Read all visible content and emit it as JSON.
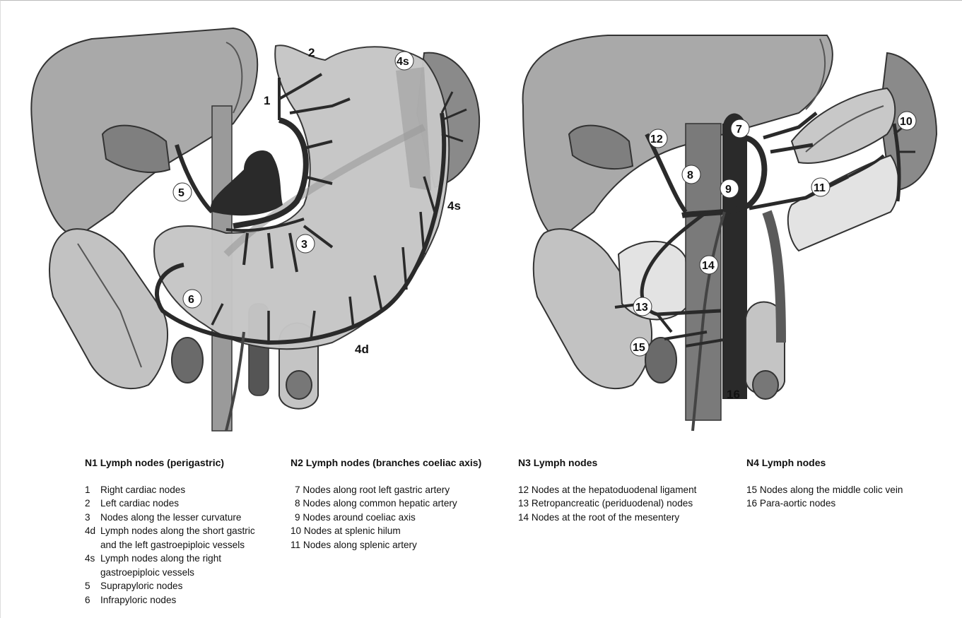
{
  "figure_left": {
    "node_labels": {
      "n1": "1",
      "n2": "2",
      "n3": "3",
      "n4s_top": "4s",
      "n4s_side": "4s",
      "n4d": "4d",
      "n5": "5",
      "n6": "6"
    }
  },
  "figure_right": {
    "node_labels": {
      "n7": "7",
      "n8": "8",
      "n9": "9",
      "n10": "10",
      "n11": "11",
      "n12": "12",
      "n13": "13",
      "n14": "14",
      "n15": "15",
      "n16": "16"
    }
  },
  "legend": {
    "n1": {
      "title": "N1 Lymph nodes (perigastric)",
      "items": [
        {
          "num": "1",
          "text": "Right cardiac nodes"
        },
        {
          "num": "2",
          "text": "Left cardiac nodes"
        },
        {
          "num": "3",
          "text": "Nodes along the lesser curvature"
        },
        {
          "num": "4d",
          "text": "Lymph nodes along the short gastric and the left gastroepiploic vessels"
        },
        {
          "num": "4s",
          "text": "Lymph nodes along the right gastroepiploic vessels"
        },
        {
          "num": "5",
          "text": "Suprapyloric nodes"
        },
        {
          "num": "6",
          "text": "Infrapyloric nodes"
        }
      ]
    },
    "n2": {
      "title": "N2 Lymph nodes (branches coeliac axis)",
      "items": [
        {
          "num": "7",
          "text": "Nodes along root left gastric artery"
        },
        {
          "num": "8",
          "text": "Nodes along common hepatic artery"
        },
        {
          "num": "9",
          "text": "Nodes around coeliac axis"
        },
        {
          "num": "10",
          "text": "Nodes at splenic hilum"
        },
        {
          "num": "11",
          "text": "Nodes along splenic artery"
        }
      ]
    },
    "n3": {
      "title": "N3 Lymph nodes",
      "items": [
        {
          "num": "12",
          "text": "Nodes at the hepatoduodenal ligament"
        },
        {
          "num": "13",
          "text": "Retropancreatic (periduodenal) nodes"
        },
        {
          "num": "14",
          "text": "Nodes at the root of the mesentery"
        }
      ]
    },
    "n4": {
      "title": "N4 Lymph nodes",
      "items": [
        {
          "num": "15",
          "text": "Nodes along the middle colic vein"
        },
        {
          "num": "16",
          "text": "Para-aortic nodes"
        }
      ]
    }
  },
  "colors": {
    "liver": "#a9a9a9",
    "organ_light": "#c8c8c8",
    "organ_mid": "#8a8a8a",
    "vessel_dark": "#2a2a2a",
    "outline": "#333333",
    "node_fill": "#ffffff"
  }
}
